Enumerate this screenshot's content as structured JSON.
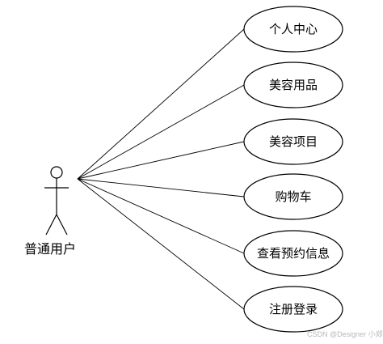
{
  "actor": {
    "label": "普通用户"
  },
  "use_cases": [
    {
      "label": "个人中心"
    },
    {
      "label": "美容用品"
    },
    {
      "label": "美容项目"
    },
    {
      "label": "购物车"
    },
    {
      "label": "查看预约信息"
    },
    {
      "label": "注册登录"
    }
  ],
  "watermark": "CSDN @Designer 小郑",
  "colors": {
    "stroke": "#000000",
    "background": "#ffffff",
    "watermark": "#b9b9b9"
  }
}
